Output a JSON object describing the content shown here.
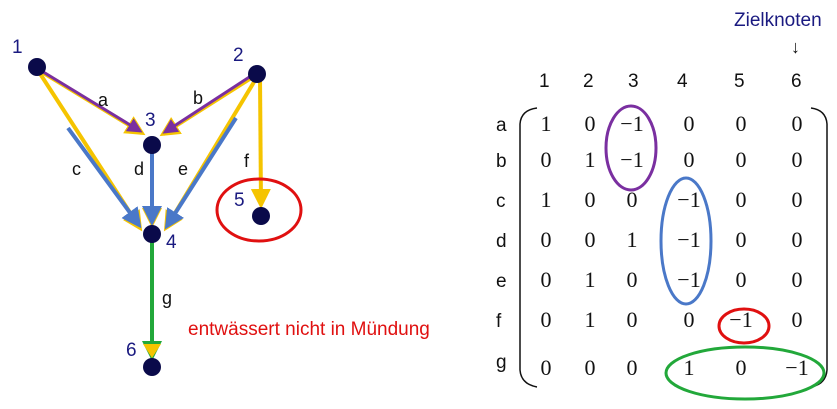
{
  "graph": {
    "nodes": [
      {
        "id": "1",
        "label": "1"
      },
      {
        "id": "2",
        "label": "2"
      },
      {
        "id": "3",
        "label": "3"
      },
      {
        "id": "4",
        "label": "4"
      },
      {
        "id": "5",
        "label": "5"
      },
      {
        "id": "6",
        "label": "6"
      }
    ],
    "edges": [
      {
        "id": "a",
        "from": "1",
        "to": "3"
      },
      {
        "id": "b",
        "from": "2",
        "to": "3"
      },
      {
        "id": "c",
        "from": "1",
        "to": "4"
      },
      {
        "id": "d",
        "from": "3",
        "to": "4"
      },
      {
        "id": "e",
        "from": "2",
        "to": "4"
      },
      {
        "id": "f",
        "from": "2",
        "to": "5"
      },
      {
        "id": "g",
        "from": "4",
        "to": "6"
      }
    ],
    "annotation": "entwässert nicht in Mündung"
  },
  "matrix": {
    "target_label": "Zielknoten",
    "target_arrow": "↓",
    "col_headers": [
      "1",
      "2",
      "3",
      "4",
      "5",
      "6"
    ],
    "row_headers": [
      "a",
      "b",
      "c",
      "d",
      "e",
      "f",
      "g"
    ],
    "rows": [
      [
        "1",
        "0",
        "−1",
        "0",
        "0",
        "0"
      ],
      [
        "0",
        "1",
        "−1",
        "0",
        "0",
        "0"
      ],
      [
        "1",
        "0",
        "0",
        "−1",
        "0",
        "0"
      ],
      [
        "0",
        "0",
        "1",
        "−1",
        "0",
        "0"
      ],
      [
        "0",
        "1",
        "0",
        "−1",
        "0",
        "0"
      ],
      [
        "0",
        "1",
        "0",
        "0",
        "−1",
        "0"
      ],
      [
        "0",
        "0",
        "0",
        "1",
        "0",
        "−1"
      ]
    ]
  },
  "colors": {
    "node": "#0a0a4a",
    "node_label": "#1a1a80",
    "yellow": "#f5c400",
    "purple": "#7a2fa0",
    "blue": "#4a78c8",
    "green": "#22a83a",
    "red": "#e01010"
  }
}
